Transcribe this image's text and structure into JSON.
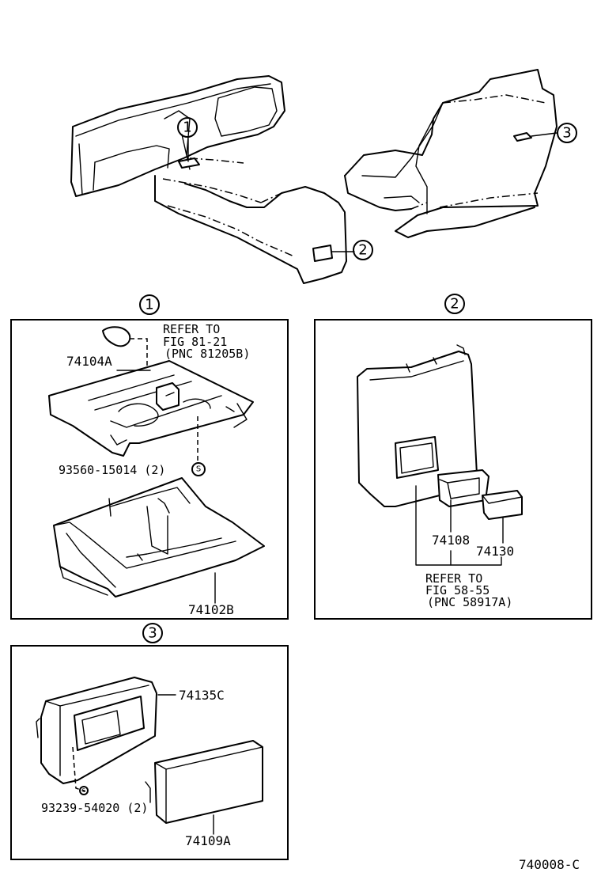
{
  "callouts": {
    "c1": "1",
    "c2": "2",
    "c3": "3"
  },
  "section1": {
    "refer_line1": "REFER TO",
    "refer_line2": "FIG 81-21",
    "refer_line3": "(PNC 81205B)",
    "part_top": "74104A",
    "screw": "93560-15014 (2)",
    "screw_symbol": "S",
    "part_bottom": "74102B"
  },
  "section2": {
    "part_a": "74108",
    "part_b": "74130",
    "refer_line1": "REFER TO",
    "refer_line2": "FIG 58-55",
    "refer_line3": "(PNC 58917A)"
  },
  "section3": {
    "part_a": "74135C",
    "screw": "93239-54020 (2)",
    "screw_symbol": "S",
    "part_b": "74109A"
  },
  "figure_code": "740008-C"
}
